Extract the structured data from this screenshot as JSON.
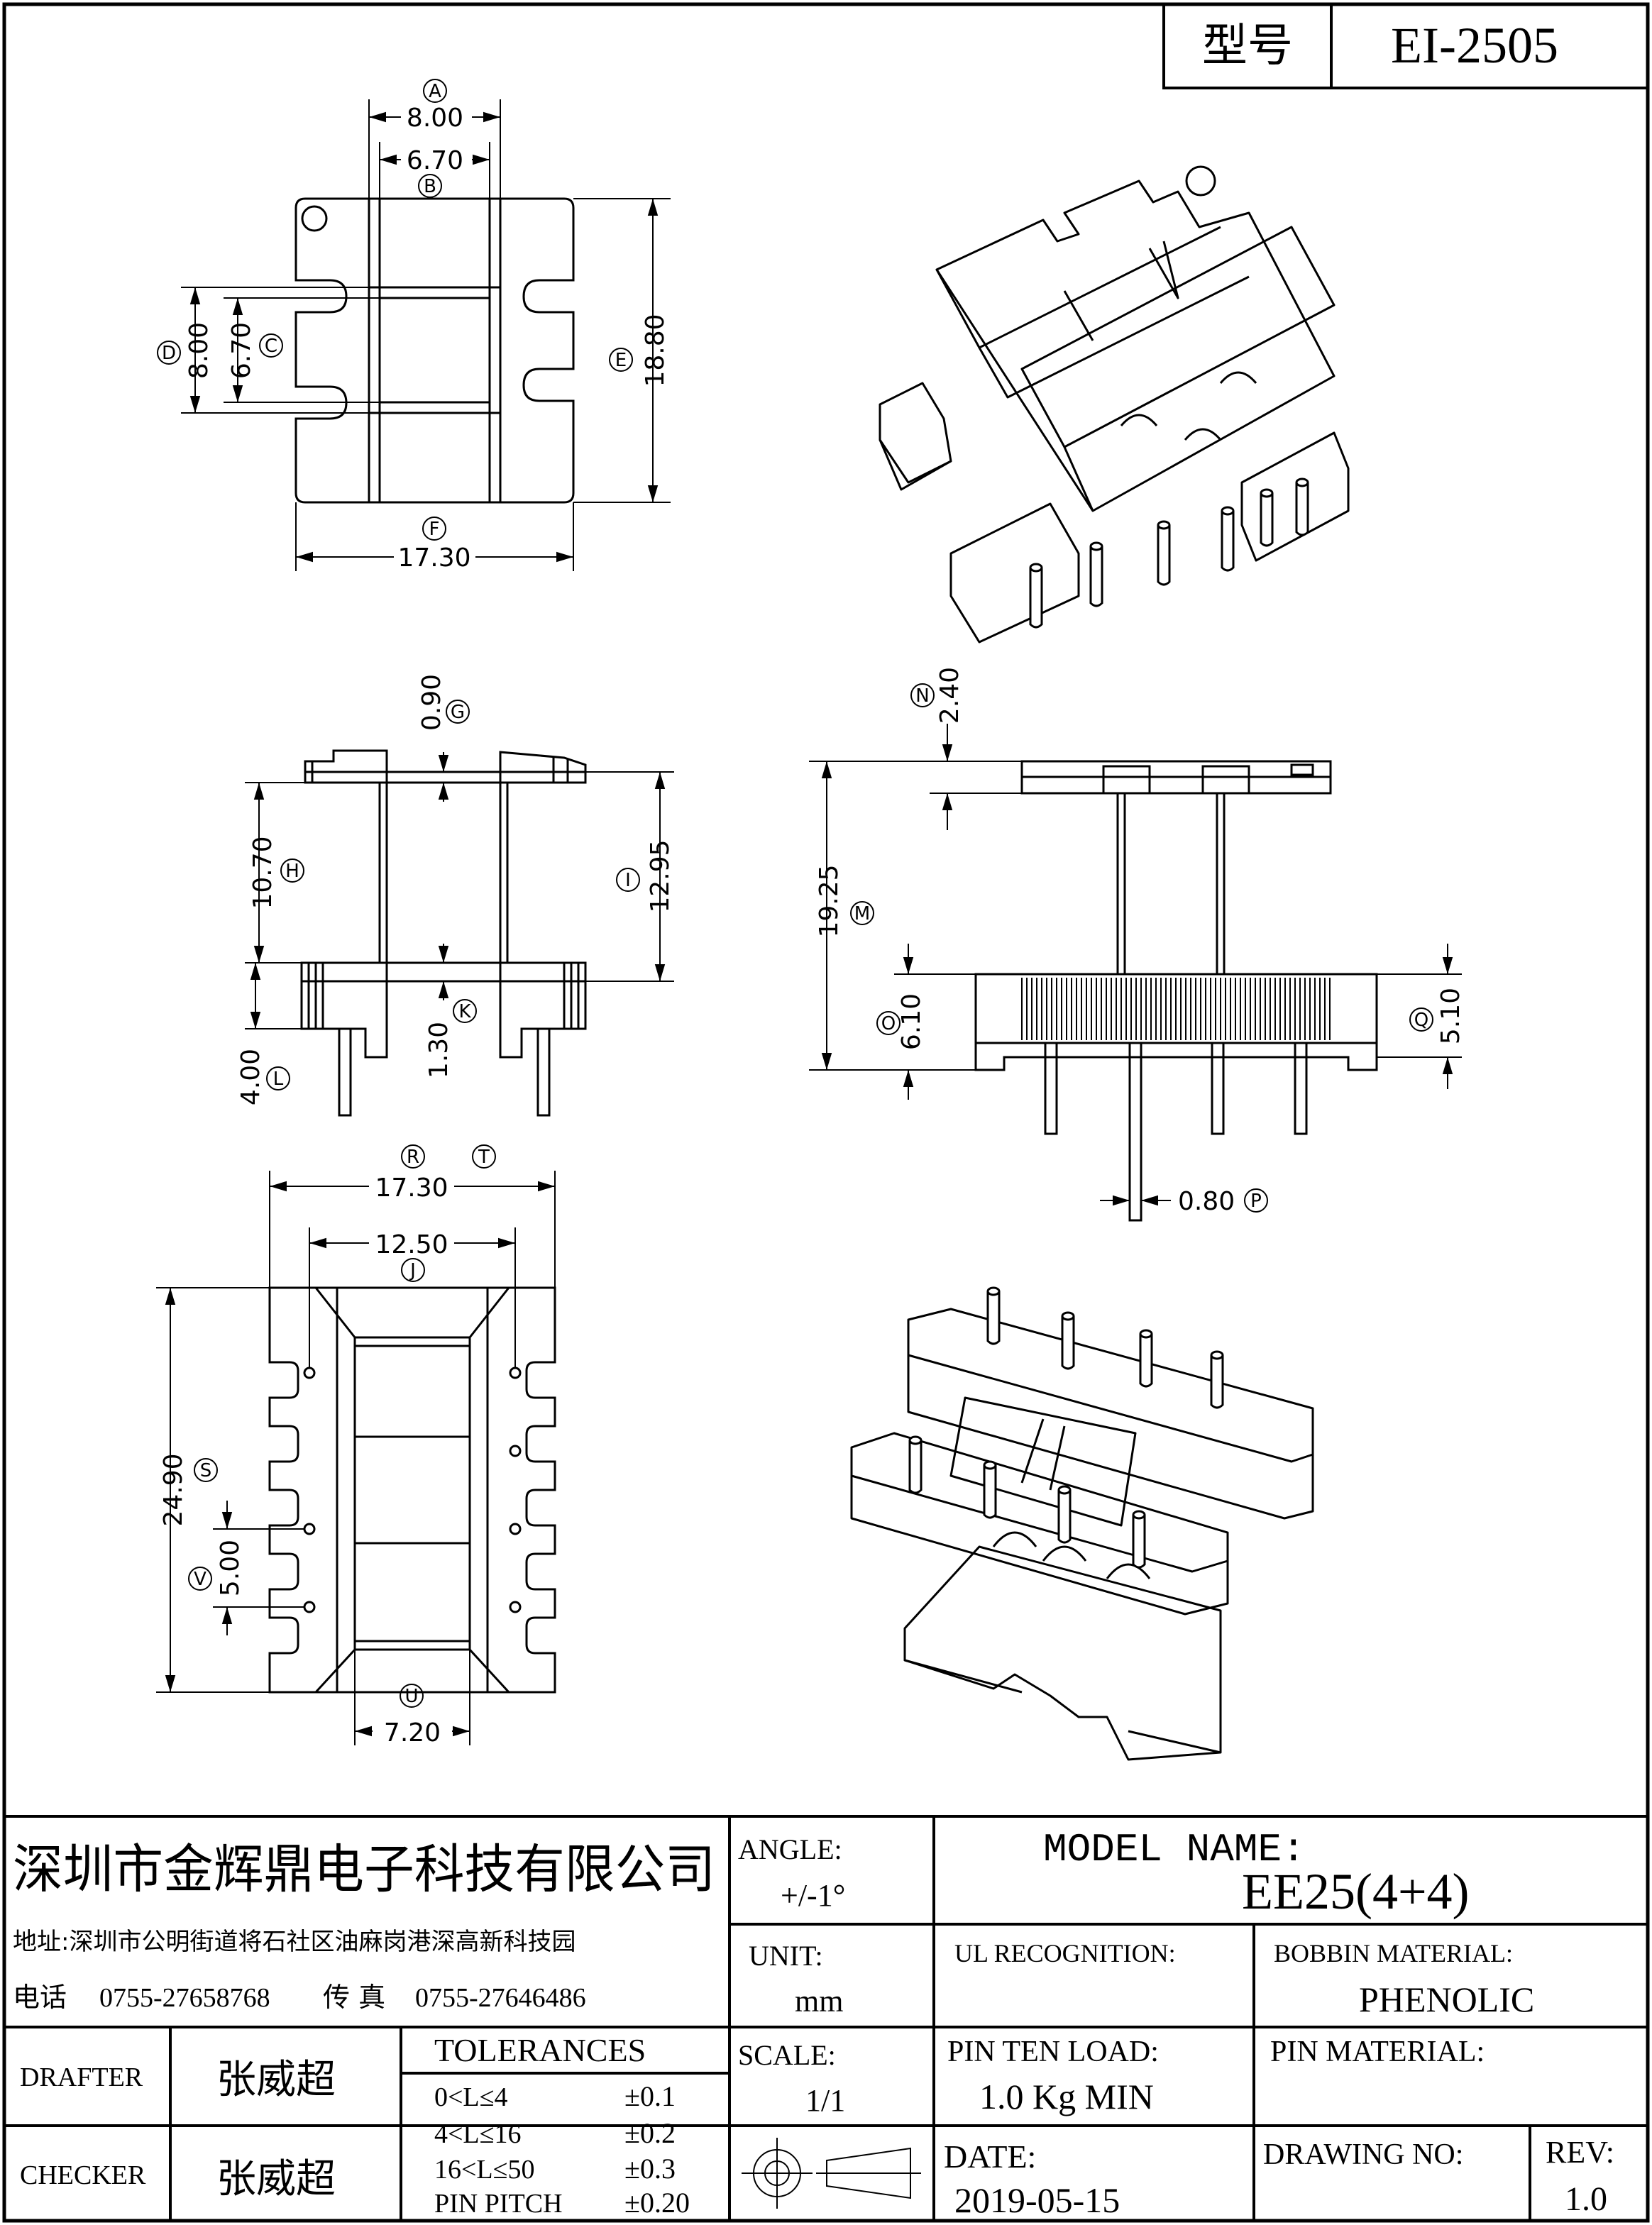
{
  "header": {
    "model_label": "型号",
    "model_value": "EI-2505"
  },
  "views": {
    "top": {
      "dims": {
        "A": "8.00",
        "B": "6.70",
        "C": "6.70",
        "D": "8.00",
        "E": "18.80",
        "F": "17.30"
      }
    },
    "front": {
      "dims": {
        "G": "0.90",
        "H": "10.70",
        "I": "12.95",
        "K": "1.30",
        "L": "4.00"
      }
    },
    "side": {
      "dims": {
        "N": "2.40",
        "M": "19.25",
        "O": "6.10",
        "Q": "5.10",
        "P": "0.80"
      }
    },
    "bottom": {
      "dims": {
        "R": "17.30",
        "J": "12.50",
        "S": "24.90",
        "V": "5.00",
        "U": "7.20"
      }
    }
  },
  "balloons": [
    "A",
    "B",
    "C",
    "D",
    "E",
    "F",
    "G",
    "H",
    "I",
    "J",
    "K",
    "L",
    "M",
    "N",
    "O",
    "P",
    "Q",
    "R",
    "S",
    "T",
    "U",
    "V"
  ],
  "title_block": {
    "company": "深圳市金辉鼎电子科技有限公司",
    "address": "地址:深圳市公明街道将石社区油麻岗港深高新科技园",
    "phone_label": "电话",
    "phone": "0755-27658768",
    "fax_label": "传 真",
    "fax": "0755-27646486",
    "angle_label": "ANGLE:",
    "angle_value": "+/-1°",
    "model_name_label": "MODEL NAME:",
    "model_name_value": "EE25(4+4)",
    "unit_label": "UNIT:",
    "unit_value": "mm",
    "ul_label": "UL RECOGNITION:",
    "bobbin_material_label": "BOBBIN MATERIAL:",
    "bobbin_material_value": "PHENOLIC",
    "drafter_label": "DRAFTER",
    "drafter_name": "张威超",
    "checker_label": "CHECKER",
    "checker_name": "张威超",
    "tolerances_label": "TOLERANCES",
    "tolerances": [
      {
        "range": "0<L≤4",
        "value": "±0.1"
      },
      {
        "range": "4<L≤16",
        "value": "±0.2"
      },
      {
        "range": "16<L≤50",
        "value": "±0.3"
      },
      {
        "range": "PIN PITCH",
        "value": "±0.20"
      }
    ],
    "scale_label": "SCALE:",
    "scale_value": "1/1",
    "pin_ten_load_label": "PIN TEN LOAD:",
    "pin_ten_load_value": "1.0 Kg MIN",
    "pin_material_label": "PIN MATERIAL:",
    "date_label": "DATE:",
    "date_value": "2019-05-15",
    "drawing_no_label": "DRAWING NO:",
    "rev_label": "REV:",
    "rev_value": "1.0"
  }
}
